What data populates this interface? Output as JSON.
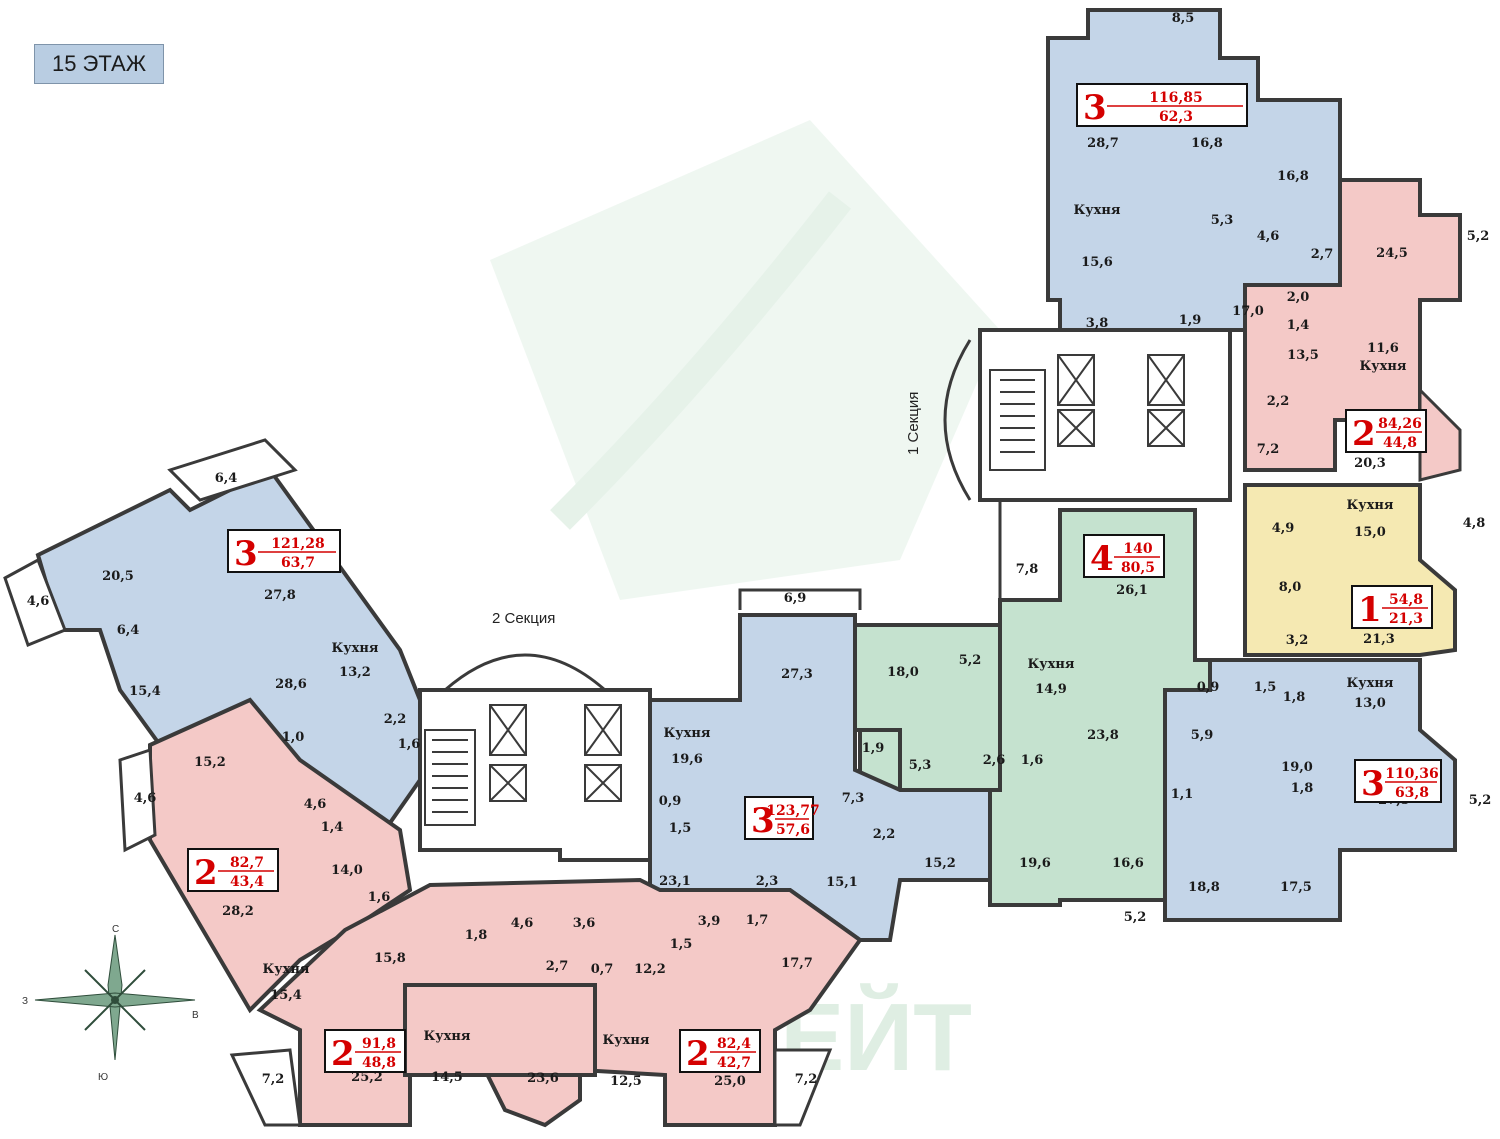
{
  "floor_label": "15 ЭТАЖ",
  "watermark": "ЭЛИТ ЭСТЕЙТ",
  "sections": {
    "s1": "1 Секция",
    "s2": "2 Секция"
  },
  "compass": {
    "n": "С",
    "s": "Ю",
    "w": "З",
    "e": "В"
  },
  "colors": {
    "blue": "#c4d5e8",
    "pink": "#f4c9c7",
    "green": "#c5e2cf",
    "yellow": "#f5e9b2",
    "wall": "#3a3a3a",
    "accent": "#d40000"
  },
  "apartments": [
    {
      "rooms": "3",
      "total": "116,85",
      "living": "62,3"
    },
    {
      "rooms": "2",
      "total": "84,26",
      "living": "44,8"
    },
    {
      "rooms": "4",
      "total": "140",
      "living": "80,5"
    },
    {
      "rooms": "1",
      "total": "54,8",
      "living": "21,3"
    },
    {
      "rooms": "3",
      "total": "121,28",
      "living": "63,7"
    },
    {
      "rooms": "3",
      "total": "110,36",
      "living": "63,8"
    },
    {
      "rooms": "3",
      "total": "123,77",
      "living": "57,6"
    },
    {
      "rooms": "2",
      "total": "82,7",
      "living": "43,4"
    },
    {
      "rooms": "2",
      "total": "91,8",
      "living": "48,8"
    },
    {
      "rooms": "2",
      "total": "82,4",
      "living": "42,7"
    }
  ],
  "labels": [
    "8,5",
    "28,7",
    "16,8",
    "16,8",
    "Кухня",
    "5,3",
    "4,6",
    "2,7",
    "15,6",
    "3,8",
    "1,9",
    "17,0",
    "24,5",
    "5,2",
    "2,0",
    "1,4",
    "13,5",
    "11,6",
    "Кухня",
    "2,2",
    "7,2",
    "20,3",
    "Кухня",
    "15,0",
    "4,9",
    "4,8",
    "8,0",
    "3,2",
    "21,3",
    "7,8",
    "26,1",
    "5,2",
    "Кухня",
    "14,9",
    "18,0",
    "23,8",
    "0,9",
    "1,5",
    "1,8",
    "Кухня",
    "13,0",
    "5,9",
    "19,0",
    "1,1",
    "1,8",
    "5,2",
    "27,5",
    "6,9",
    "27,3",
    "Кухня",
    "19,6",
    "0,9",
    "1,5",
    "1,9",
    "5,3",
    "7,3",
    "2,2",
    "2,6",
    "1,6",
    "15,2",
    "23,1",
    "2,3",
    "15,1",
    "19,6",
    "16,6",
    "18,8",
    "17,5",
    "5,2",
    "6,4",
    "20,5",
    "27,8",
    "4,6",
    "6,4",
    "Кухня",
    "13,2",
    "15,4",
    "28,6",
    "2,2",
    "1,6",
    "1,0",
    "15,2",
    "4,6",
    "4,6",
    "1,4",
    "14,0",
    "28,2",
    "1,6",
    "15,8",
    "1,8",
    "4,6",
    "3,6",
    "3,9",
    "1,7",
    "1,5",
    "2,7",
    "0,7",
    "12,2",
    "17,7",
    "Кухня",
    "15,4",
    "Кухня",
    "14,5",
    "23,6",
    "Кухня",
    "12,5",
    "25,0",
    "25,2",
    "7,2",
    "7,2"
  ]
}
